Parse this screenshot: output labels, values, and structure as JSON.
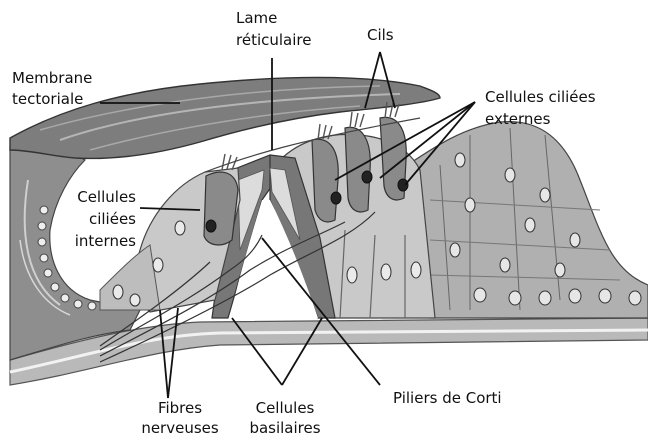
{
  "labels": {
    "membrane_tectoriale": [
      "Membrane",
      "tectoriale"
    ],
    "lame_reticulaire": [
      "Lame",
      "réticulaire"
    ],
    "cils": "Cils",
    "cellules_ciliees_externes": [
      "Cellules ciliées",
      "externes"
    ],
    "cellules_ciliees_internes": [
      "Cellules",
      "ciliées",
      "internes"
    ],
    "fibres_nerveuses": [
      "Fibres",
      "nerveuses"
    ],
    "cellules_basilaires": [
      "Cellules",
      "basilaires"
    ],
    "piliers_de_corti": "Piliers de Corti"
  }
}
